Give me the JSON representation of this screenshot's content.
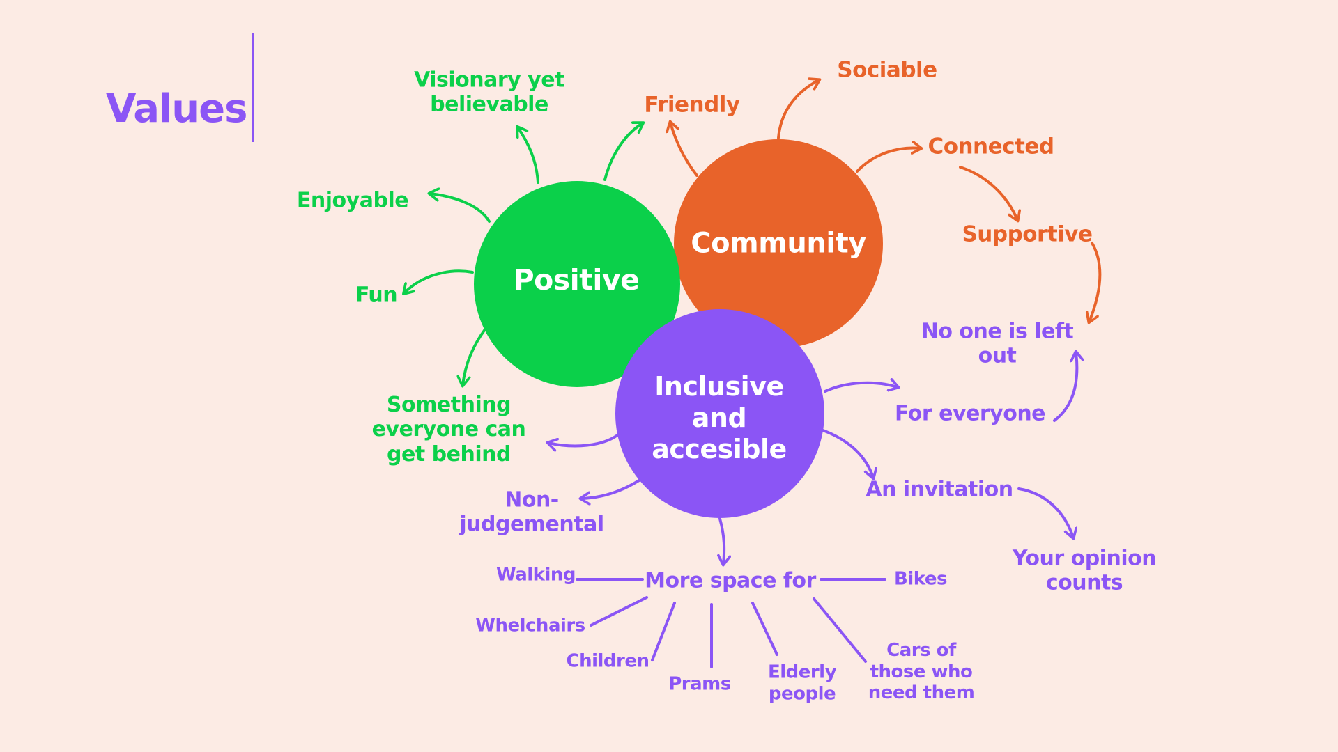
{
  "title": "Values",
  "colors": {
    "background": "#fcebe4",
    "green": "#0bd04a",
    "orange": "#e8632a",
    "purple": "#8b55f5"
  },
  "hubs": {
    "positive": "Positive",
    "community": "Community",
    "inclusive": "Inclusive\nand\naccesible"
  },
  "positive_items": {
    "visionary": "Visionary yet\nbelievable",
    "enjoyable": "Enjoyable",
    "fun": "Fun",
    "something": "Something\neveryone can\nget behind"
  },
  "community_items": {
    "friendly": "Friendly",
    "sociable": "Sociable",
    "connected": "Connected",
    "supportive": "Supportive"
  },
  "inclusive_items": {
    "no_one": "No one is left\nout",
    "for_everyone": "For everyone",
    "invitation": "An invitation",
    "opinion": "Your opinion\ncounts",
    "non_judgemental": "Non-\njudgemental",
    "more_space": "More space for"
  },
  "more_space_items": {
    "walking": "Walking",
    "bikes": "Bikes",
    "whelchairs": "Whelchairs",
    "children": "Children",
    "prams": "Prams",
    "elderly": "Elderly\npeople",
    "cars": "Cars of\nthose who\nneed them"
  }
}
